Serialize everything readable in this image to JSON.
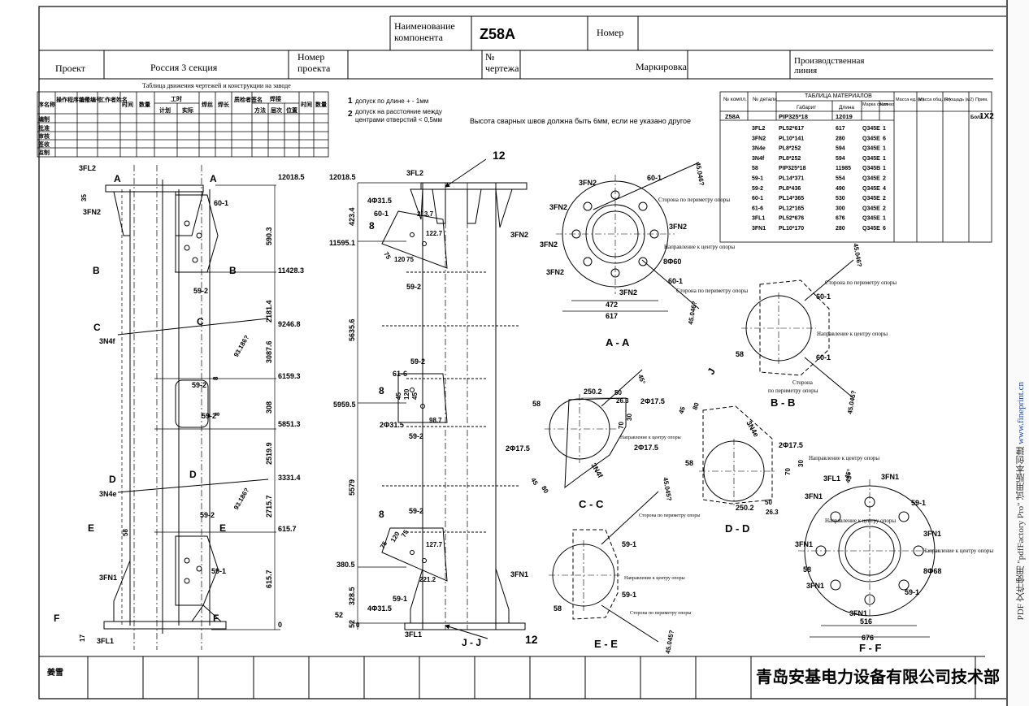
{
  "title_block": {
    "component_name_label": "Наименование компонента",
    "component_name": "Z58A",
    "number_label": "Номер",
    "project_label": "Проект",
    "project_value": "Россия 3 секция",
    "sheet_number_label": "Номер проекта",
    "drawing_no_label": "№ чертежа",
    "marking_label": "Маркировка",
    "production_line_label": "Производственная линия",
    "flow_table_title": "Таблица движения чертежей и конструкции на заводе"
  },
  "flow_table": {
    "headers": [
      "序名称",
      "操作程序编号",
      "工位编号",
      "工作者姓名",
      "时间",
      "数量",
      "工时",
      "计划",
      "实际",
      "焊丝",
      "焊长",
      "质检者签名",
      "焊接",
      "方法",
      "层次",
      "位置",
      "时间",
      "数量"
    ],
    "rows": [
      "编制",
      "批准",
      "审核",
      "签收",
      "监制"
    ]
  },
  "notes": {
    "n1": "допуск по длине + - 1мм",
    "n2": "допуск на расстояние между центрами отверстий  < 0,5мм",
    "weld": "Высота сварных швов должна быть 6мм, если не указано другое"
  },
  "materials": {
    "title": "ТАБЛИЦА МАТЕРИАЛОВ",
    "headers": [
      "№ компл.",
      "№ детали",
      "Габарит",
      "Длина",
      "Марка стали",
      "Кол-во",
      "Масса ед. (кг)",
      "Масса общ. (кг)",
      "Площадь (м2)",
      "Прим."
    ],
    "assembly": "Z58A",
    "assembly_profile": "PIP325*18",
    "assembly_length": "12019",
    "note": "1X2",
    "note_prefix": "Болт",
    "rows": [
      {
        "part": "3FL2",
        "size": "PL52*617",
        "length": "617",
        "steel": "Q345E",
        "qty": "1"
      },
      {
        "part": "3FN2",
        "size": "PL10*141",
        "length": "280",
        "steel": "Q345E",
        "qty": "6"
      },
      {
        "part": "3N4e",
        "size": "PL8*252",
        "length": "594",
        "steel": "Q345E",
        "qty": "1"
      },
      {
        "part": "3N4f",
        "size": "PL8*252",
        "length": "594",
        "steel": "Q345E",
        "qty": "1"
      },
      {
        "part": "58",
        "size": "PIP325*18",
        "length": "11985",
        "steel": "Q345B",
        "qty": "1"
      },
      {
        "part": "59-1",
        "size": "PL14*371",
        "length": "554",
        "steel": "Q345E",
        "qty": "2"
      },
      {
        "part": "59-2",
        "size": "PL8*436",
        "length": "490",
        "steel": "Q345E",
        "qty": "4"
      },
      {
        "part": "60-1",
        "size": "PL14*365",
        "length": "530",
        "steel": "Q345E",
        "qty": "2"
      },
      {
        "part": "61-6",
        "size": "PL12*165",
        "length": "300",
        "steel": "Q345E",
        "qty": "2"
      },
      {
        "part": "3FL1",
        "size": "PL52*676",
        "length": "676",
        "steel": "Q345E",
        "qty": "1"
      },
      {
        "part": "3FN1",
        "size": "PL10*170",
        "length": "280",
        "steel": "Q345E",
        "qty": "6"
      }
    ]
  },
  "elevations": [
    "12018.5",
    "11428.3",
    "9246.8",
    "6159.3",
    "5851.3",
    "3331.4",
    "615.7",
    "0"
  ],
  "segment_dims": [
    "590.3",
    "2181.4",
    "3087.6",
    "308",
    "2519.9",
    "2715.7",
    "615.7"
  ],
  "front_view": {
    "tags": {
      "fl2": "3FL2",
      "fn2": "3FN2",
      "p601": "60-1",
      "p592a": "59-2",
      "p592b": "59-2",
      "p592c": "59-2",
      "n4f": "3N4f",
      "n4e": "3N4e",
      "fn1": "3FN1",
      "fl1": "3FL1",
      "p591": "59-1"
    },
    "section_letters": {
      "a": "A",
      "b": "B",
      "c": "C",
      "d": "D",
      "e": "E",
      "f": "F"
    },
    "dims": {
      "d35": "35",
      "d17": "17",
      "d58": "58",
      "d8a": "8",
      "d8b": "8"
    },
    "angles": {
      "c": "93.186?",
      "d": "93.186?"
    }
  },
  "side_view": {
    "heights": {
      "top": "12018.5",
      "h2": "11595.1",
      "h3": "5959.5",
      "h4": "380.5",
      "h5": "52",
      "h6": "0"
    },
    "vdims": {
      "v1": "423.4",
      "v2": "5635.6",
      "v3": "5579",
      "v4": "328.5",
      "v5": "52"
    },
    "tags": {
      "fl2": "3FL2",
      "hole_top": "4Φ31.5",
      "p601": "60-1",
      "p592a": "59-2",
      "fn2": "3FN2",
      "p592b": "59-2",
      "p616": "61-6",
      "hole_mid": "2Φ31.5",
      "p592c": "59-2",
      "p592d": "59-2",
      "fn1": "3FN1",
      "p591a": "59-1",
      "hole_bot": "4Φ31.5",
      "fl1": "3FL1"
    },
    "dims": {
      "d2137": "213.7",
      "d1227": "122.7",
      "d75a": "75",
      "d120a": "120",
      "d75b": "75",
      "d45a": "45",
      "d120b": "120",
      "d45b": "45",
      "d987": "98.7",
      "d8a": "8",
      "d8b": "8",
      "d8c": "8",
      "d75c": "75",
      "d120c": "120",
      "d75d": "75",
      "d1277": "127.7",
      "d2212": "221.2",
      "d12a": "12",
      "d12b": "12"
    },
    "view_label": "J - J"
  },
  "section_aa": {
    "label": "A - A",
    "tags": [
      "3FN2",
      "3FN2",
      "3FN2",
      "3FN2",
      "3FN2",
      "3FN2",
      "60-1",
      "60-1",
      "8Φ60"
    ],
    "dims": {
      "inner": "472",
      "outer": "617",
      "angle1": "45.046?",
      "angle2": "45.046?"
    },
    "notes": {
      "perimeter": "Сторона по периметру опоры",
      "center": "Направление к центру опоры",
      "perimeter2": "Сторона по периметру опоры"
    }
  },
  "section_bb": {
    "label": "B - B",
    "tags": [
      "60-1",
      "60-1",
      "58"
    ],
    "angles": [
      "45.046?",
      "45.045?"
    ],
    "notes": {
      "perimeter": "Сторона по периметру опоры",
      "center": "Направление к центру опоры",
      "perimeter2": "Сторона по периметру опоры"
    },
    "j_marker": "J"
  },
  "section_cc": {
    "label": "C - C",
    "tags": [
      "58",
      "2Φ17.5",
      "2Φ17.5",
      "2Φ17.5",
      "3N4f"
    ],
    "dims": {
      "a": "250.2",
      "b": "50",
      "c": "26.3",
      "d": "70",
      "e": "30",
      "f": "45",
      "g": "80",
      "h": "45°"
    },
    "notes": {
      "center": "Направление к центру опоры"
    }
  },
  "section_dd": {
    "label": "D - D",
    "tags": [
      "58",
      "2Φ17.5",
      "3N4e"
    ],
    "dims": {
      "a": "250.2",
      "b": "50",
      "c": "26.3",
      "d": "70",
      "e": "30",
      "f": "45",
      "g": "80",
      "h": "45°"
    },
    "notes": {
      "center": "Направление к центру опоры"
    }
  },
  "section_ee": {
    "label": "E - E",
    "tags": [
      "59-1",
      "59-1",
      "58"
    ],
    "angles": [
      "45.045?",
      "45.045?"
    ],
    "notes": {
      "perimeter": "Сторона по периметру опоры",
      "center": "Направление к центру опоры",
      "perimeter2": "Сторона по периметру опоры"
    }
  },
  "section_ff": {
    "label": "F - F",
    "tags": [
      "3FL1",
      "3FN1",
      "3FN1",
      "3FN1",
      "3FN1",
      "3FN1",
      "3FN1",
      "59-1",
      "59-1",
      "8Φ68",
      "58"
    ],
    "dims": {
      "inner": "516",
      "outer": "676",
      "angle": "45°"
    },
    "notes": {
      "center": "Направление к центру опоры",
      "center2": "Направление к центру опоры"
    }
  },
  "bottom": {
    "left_label": "姜雪",
    "company": "青岛安基电力设备有限公司技术部"
  },
  "watermark": {
    "text": "PDF 文件使用 \"pdfFactory Pro\" 试用版本创建",
    "url": "www.fineprint.cn"
  }
}
